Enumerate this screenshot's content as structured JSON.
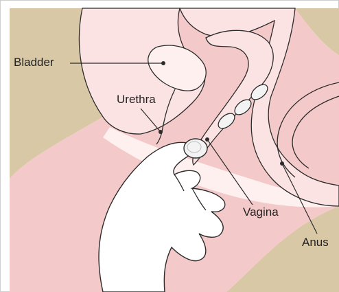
{
  "labels": {
    "bladder": "Bladder",
    "urethra": "Urethra",
    "vagina": "Vagina",
    "anus": "Anus"
  },
  "colors": {
    "background_tan": "#d9c8a6",
    "skin_light": "#fbe3e3",
    "skin_mid": "#f4c9c9",
    "skin_deep": "#efb5b5",
    "tissue_pale": "#fdf0ef",
    "outline": "#2b2b2b",
    "hand": "#ffffff",
    "tablet": "#f3f3f3"
  }
}
